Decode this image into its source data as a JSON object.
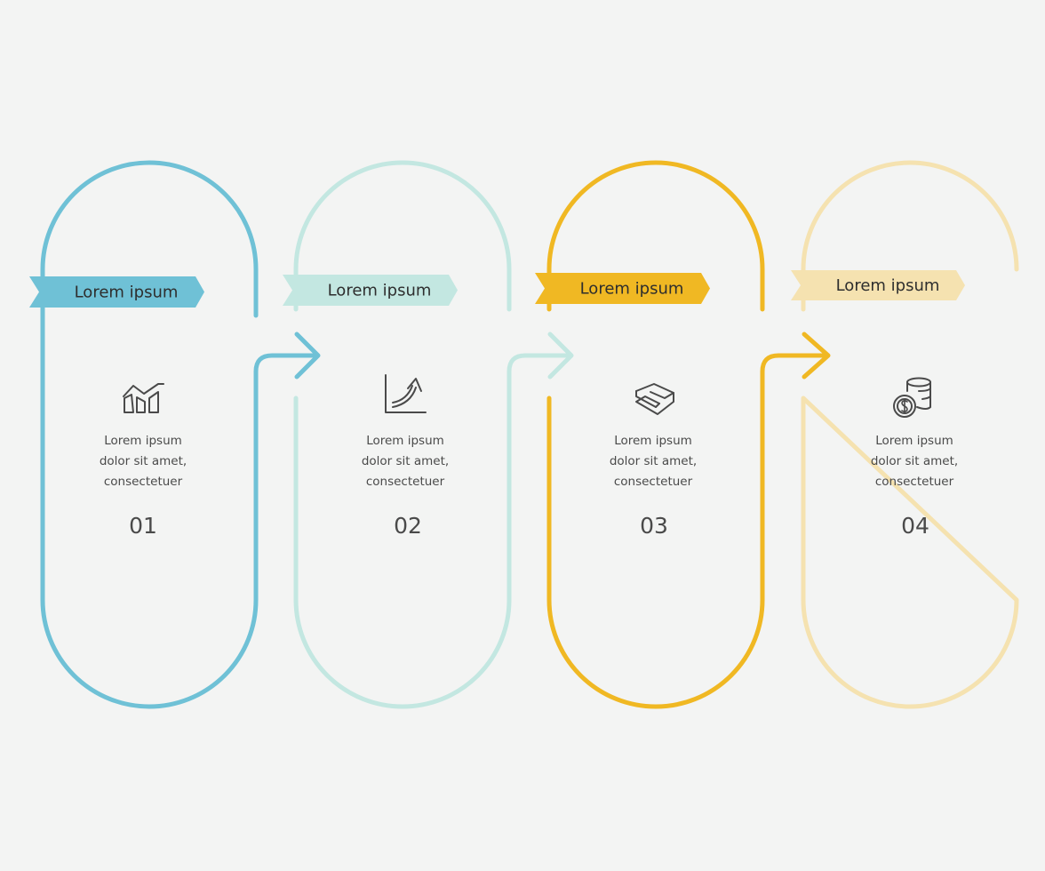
{
  "steps": [
    {
      "title": "Lorem ipsum",
      "desc": [
        "Lorem ipsum",
        "dolor sit amet,",
        "consectetuer"
      ],
      "number": "01",
      "icon": "bar-chart-trend-icon",
      "color": "#6fc1d6"
    },
    {
      "title": "Lorem ipsum",
      "desc": [
        "Lorem ipsum",
        "dolor sit amet,",
        "consectetuer"
      ],
      "number": "02",
      "icon": "growth-arrow-chart-icon",
      "color": "#c3e7e1"
    },
    {
      "title": "Lorem ipsum",
      "desc": [
        "Lorem ipsum",
        "dolor sit amet,",
        "consectetuer"
      ],
      "number": "03",
      "icon": "handshake-icon",
      "color": "#f0b823"
    },
    {
      "title": "Lorem ipsum",
      "desc": [
        "Lorem ipsum",
        "dolor sit amet,",
        "consectetuer"
      ],
      "number": "04",
      "icon": "coins-dollar-icon",
      "color": "#f5e2b0"
    }
  ],
  "colors": {
    "background": "#f3f4f3",
    "icon_stroke": "#4a4a4a",
    "text": "#2e2e2e"
  }
}
